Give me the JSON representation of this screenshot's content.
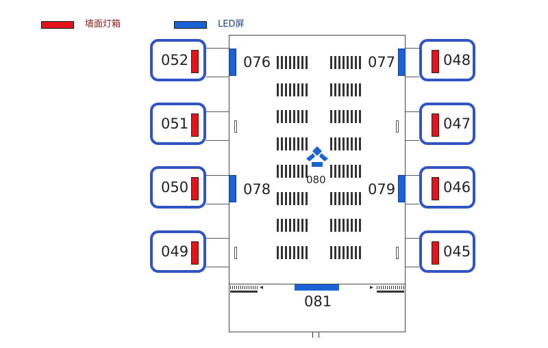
{
  "legend": [
    {
      "label": "墙面灯箱",
      "color": "#e3141c"
    },
    {
      "label": "LED屏",
      "color": "#1b63d4"
    }
  ],
  "booths": [
    {
      "number": "052"
    },
    {
      "number": "051"
    },
    {
      "number": "050"
    },
    {
      "number": "049"
    },
    {
      "number": "048"
    },
    {
      "number": "047"
    },
    {
      "number": "046"
    },
    {
      "number": "045"
    }
  ],
  "led_screens": [
    {
      "number": "076"
    },
    {
      "number": "078"
    },
    {
      "number": "077"
    },
    {
      "number": "079"
    },
    {
      "number": "080"
    },
    {
      "number": "081"
    }
  ],
  "colors": {
    "booth_border": "#2f55c4",
    "lightbox": "#e3141c",
    "led": "#1b63d4"
  }
}
